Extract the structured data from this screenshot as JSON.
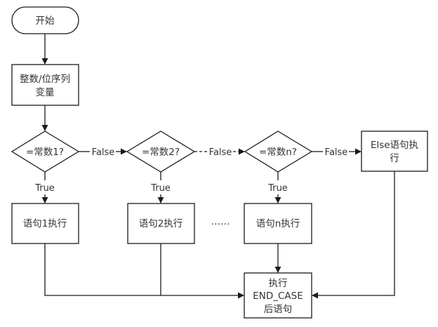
{
  "diagram": {
    "type": "flowchart",
    "nodes": {
      "start": {
        "label": "开始",
        "shape": "terminal"
      },
      "input": {
        "lines": [
          "整数/位序列",
          "变量"
        ],
        "shape": "process"
      },
      "cond1": {
        "label": "=常数1?",
        "shape": "decision"
      },
      "cond2": {
        "label": "=常数2?",
        "shape": "decision"
      },
      "condn": {
        "label": "=常数n?",
        "shape": "decision"
      },
      "else": {
        "lines": [
          "Else语句执",
          "行"
        ],
        "shape": "process"
      },
      "stmt1": {
        "label": "语句1执行",
        "shape": "process"
      },
      "stmt2": {
        "label": "语句2执行",
        "shape": "process"
      },
      "stmtn": {
        "label": "语句n执行",
        "shape": "process"
      },
      "end": {
        "lines": [
          "执行",
          "END_CASE",
          "后语句"
        ],
        "shape": "process"
      }
    },
    "edge_labels": {
      "false": "False",
      "true": "True"
    },
    "ellipsis": "……",
    "edges": [
      {
        "from": "start",
        "to": "input"
      },
      {
        "from": "input",
        "to": "cond1"
      },
      {
        "from": "cond1",
        "to": "cond2",
        "label": "False",
        "style": "solid"
      },
      {
        "from": "cond2",
        "to": "condn",
        "label": "False",
        "style": "dashed"
      },
      {
        "from": "condn",
        "to": "else",
        "label": "False",
        "style": "solid"
      },
      {
        "from": "cond1",
        "to": "stmt1",
        "label": "True"
      },
      {
        "from": "cond2",
        "to": "stmt2",
        "label": "True"
      },
      {
        "from": "condn",
        "to": "stmtn",
        "label": "True"
      },
      {
        "from": "stmt1",
        "to": "end"
      },
      {
        "from": "stmt2",
        "to": "end"
      },
      {
        "from": "stmtn",
        "to": "end"
      },
      {
        "from": "else",
        "to": "end"
      }
    ]
  }
}
